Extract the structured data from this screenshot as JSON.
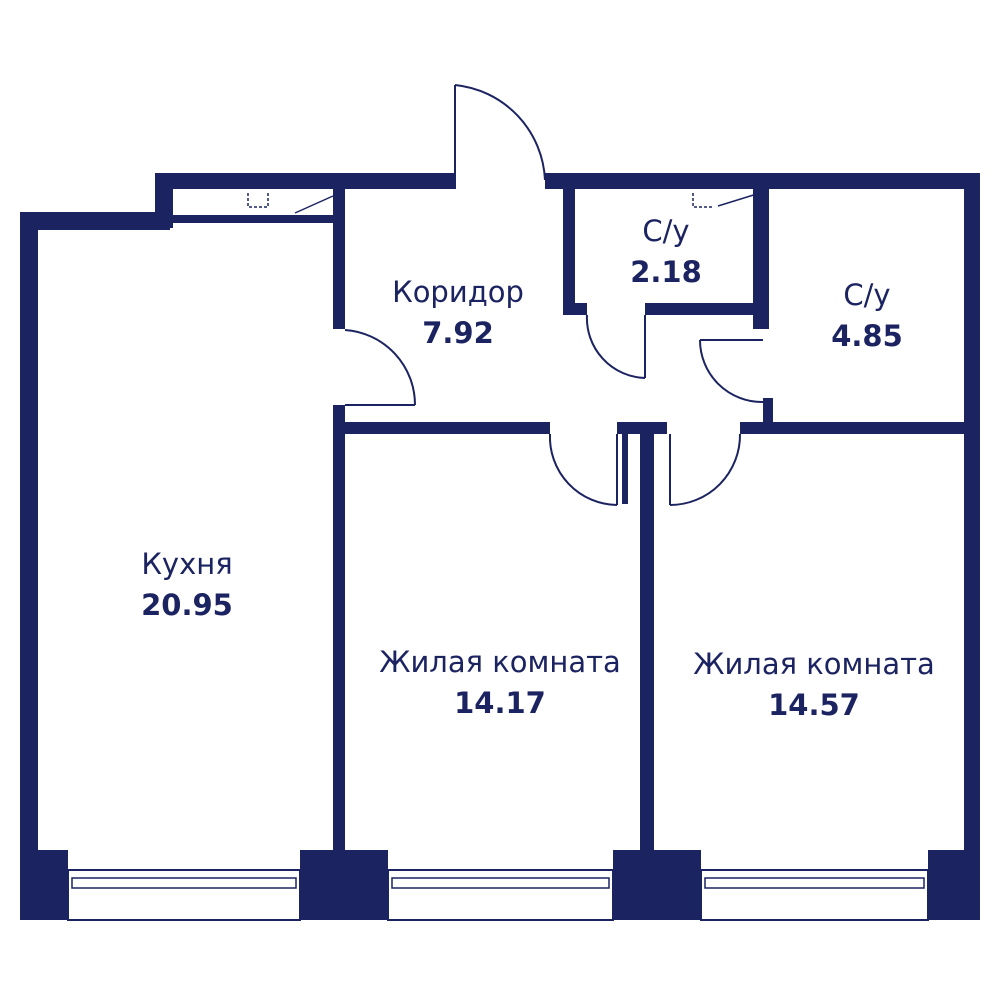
{
  "colors": {
    "wall": "#1c2361",
    "text": "#1c2361",
    "background": "#ffffff"
  },
  "rooms": [
    {
      "name": "Кухня",
      "area": "20.95"
    },
    {
      "name": "Коридор",
      "area": "7.92"
    },
    {
      "name": "С/у",
      "area": "2.18"
    },
    {
      "name": "С/у",
      "area": "4.85"
    },
    {
      "name": "Жилая комната",
      "area": "14.17"
    },
    {
      "name": "Жилая комната",
      "area": "14.57"
    }
  ]
}
